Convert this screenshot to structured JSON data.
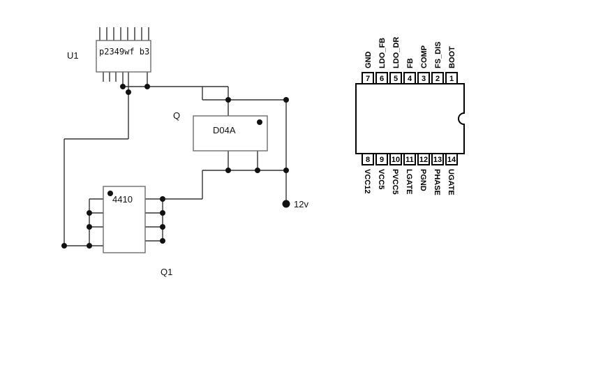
{
  "canvas": {
    "background": "#ffffff",
    "wire_color": "#333333",
    "component_outline_color": "#6b6b6b",
    "ic_outline_color": "#000000"
  },
  "schematic": {
    "u1": {
      "ref": "U1",
      "part": "p2349wf b3"
    },
    "q": {
      "ref": "Q",
      "part": "D04A"
    },
    "q1": {
      "ref": "Q1",
      "part": "4410"
    },
    "supply": {
      "label": "12v"
    }
  },
  "pinout": {
    "top_pins": [
      {
        "num": "7",
        "label": "GND"
      },
      {
        "num": "6",
        "label": "LDO_FB"
      },
      {
        "num": "5",
        "label": "LDO_DR"
      },
      {
        "num": "4",
        "label": "FB"
      },
      {
        "num": "3",
        "label": "COMP"
      },
      {
        "num": "2",
        "label": "FS_DIS"
      },
      {
        "num": "1",
        "label": "BOOT"
      }
    ],
    "bottom_pins": [
      {
        "num": "8",
        "label": "VCC12"
      },
      {
        "num": "9",
        "label": "VCC5"
      },
      {
        "num": "10",
        "label": "PVCC5"
      },
      {
        "num": "11",
        "label": "LGATE"
      },
      {
        "num": "12",
        "label": "PGND"
      },
      {
        "num": "13",
        "label": "PHASE"
      },
      {
        "num": "14",
        "label": "UGATE"
      }
    ]
  }
}
